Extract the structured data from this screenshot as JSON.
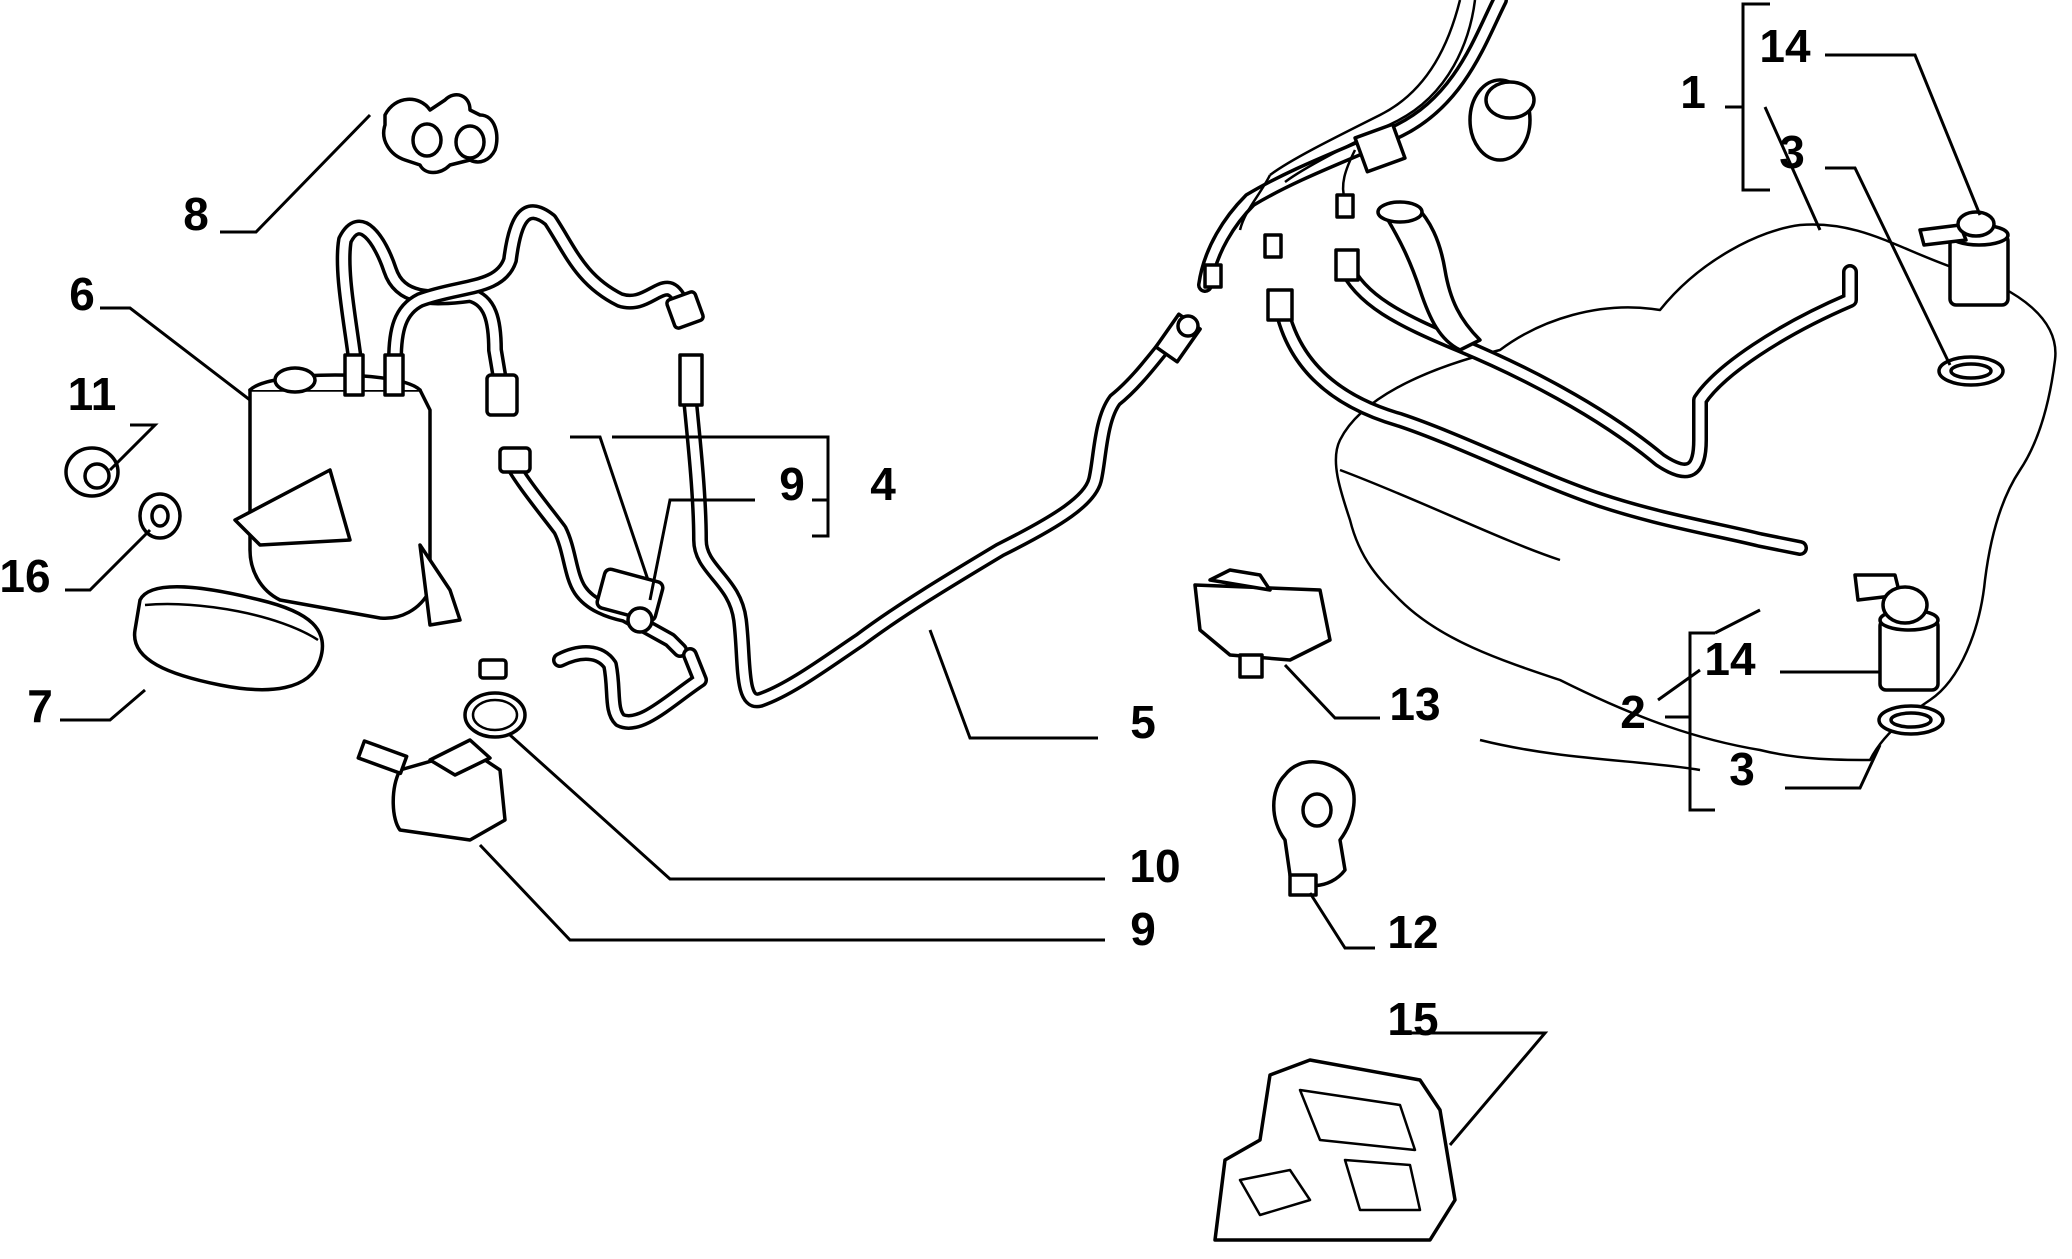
{
  "callouts": {
    "c1": "1",
    "c2": "2",
    "c3_top": "3",
    "c3_bottom": "3",
    "c4": "4",
    "c5": "5",
    "c6": "6",
    "c7": "7",
    "c8": "8",
    "c9_top": "9",
    "c9_bottom": "9",
    "c10": "10",
    "c11": "11",
    "c12": "12",
    "c13": "13",
    "c14_top": "14",
    "c14_bottom": "14",
    "c15": "15",
    "c16": "16"
  },
  "icons": {
    "canister": "evaporative-canister",
    "clamp": "double-pipe-clip",
    "valve": "solenoid-valve",
    "pump": "fuel-pump-module",
    "tank": "fuel-tank-outline",
    "bracket": "support-bracket"
  },
  "colors": {
    "line": "#000000",
    "background": "#ffffff"
  }
}
